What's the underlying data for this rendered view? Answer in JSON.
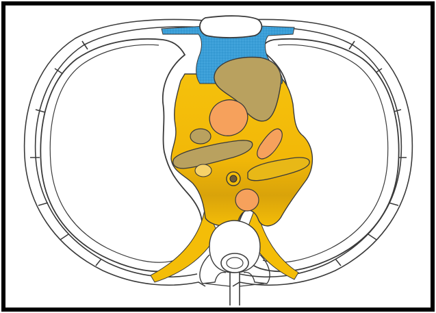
{
  "diagram": {
    "kind": "axial chest cross-section schematic",
    "labels_printed": [],
    "colors": {
      "frame": "#000000",
      "background": "#ffffff",
      "outline": "#3a3a3a",
      "anterior_mediastinum_blue": "#3a9fd8",
      "mediastinum_yellow": "#f4bd08",
      "mediastinum_yellow_deep": "#e6ad05",
      "thymus_olive": "#b9a15f",
      "vessel_orange": "#f6a15c",
      "trachea_olive": "#bda65e"
    },
    "regions": [
      {
        "name": "left-lung-cavity"
      },
      {
        "name": "right-lung-cavity"
      },
      {
        "name": "sternum"
      },
      {
        "name": "vertebral-body"
      },
      {
        "name": "spinous-process"
      },
      {
        "name": "anterior-mediastinum"
      },
      {
        "name": "middle-posterior-mediastinum"
      },
      {
        "name": "thymus"
      },
      {
        "name": "aorta-ascending"
      },
      {
        "name": "pulmonary-trunk"
      },
      {
        "name": "esophagus"
      }
    ]
  }
}
